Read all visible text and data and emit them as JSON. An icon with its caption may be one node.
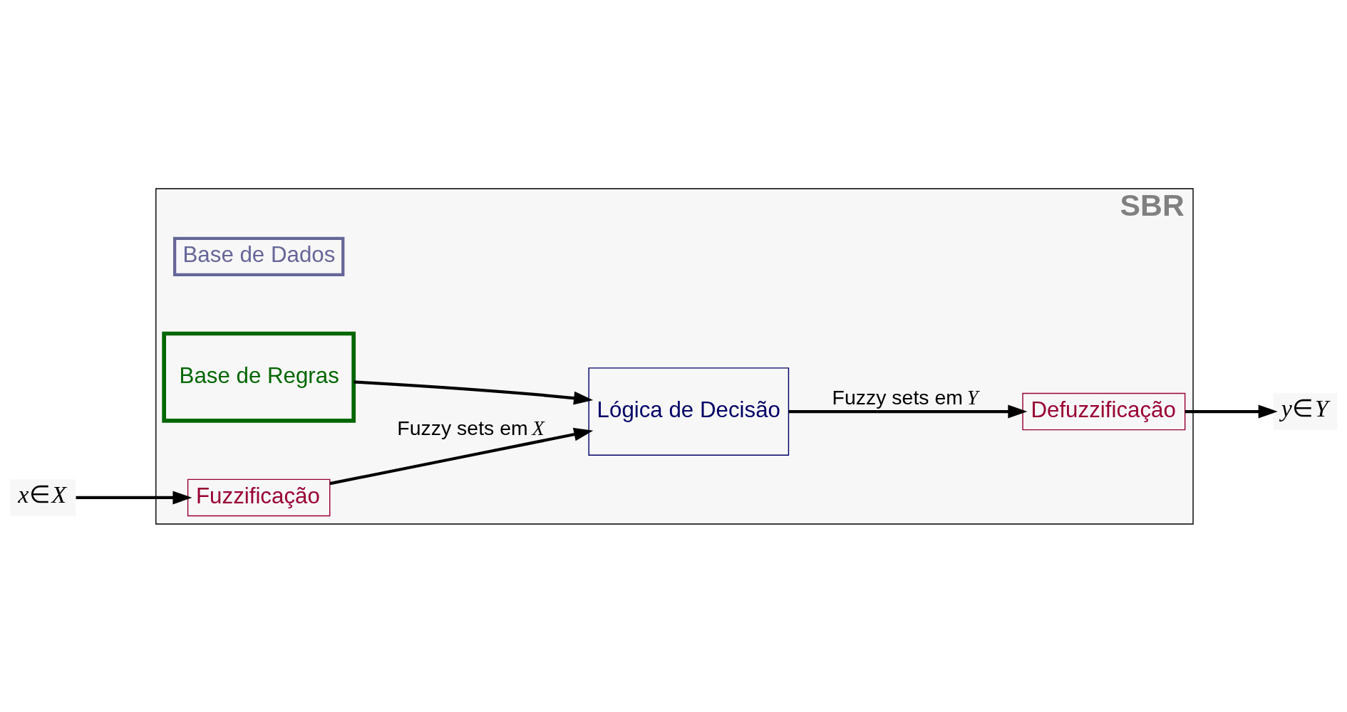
{
  "diagram": {
    "nodes": [
      {
        "text": [
          "SBR"
        ]
      },
      {
        "text": [
          "Base de Dados"
        ],
        "in": 0
      },
      {
        "text": [
          "Base de Regras"
        ],
        "in": 0
      },
      {
        "text": [
          "Fuzzificação"
        ],
        "in": 0
      },
      {
        "text": [
          "Lógica de Decisão"
        ],
        "in": 0
      },
      {
        "text": [
          "Defuzzificação"
        ],
        "in": 0
      },
      {
        "text": [
          "*x*∈*X*"
        ]
      },
      {
        "text": [
          "*y*∈*Y*"
        ]
      }
    ],
    "edges": [
      {
        "from": 6,
        "to": 3,
        "arrow": "to"
      },
      {
        "from": 3,
        "to": 4,
        "arrow": "to",
        "label": "Fuzzy sets em *X*"
      },
      {
        "from": 2,
        "to": 4,
        "arrow": "to"
      },
      {
        "from": 4,
        "to": 5,
        "arrow": "to",
        "label": "Fuzzy sets em *Y*"
      },
      {
        "from": 5,
        "to": 7,
        "arrow": "to"
      }
    ]
  }
}
